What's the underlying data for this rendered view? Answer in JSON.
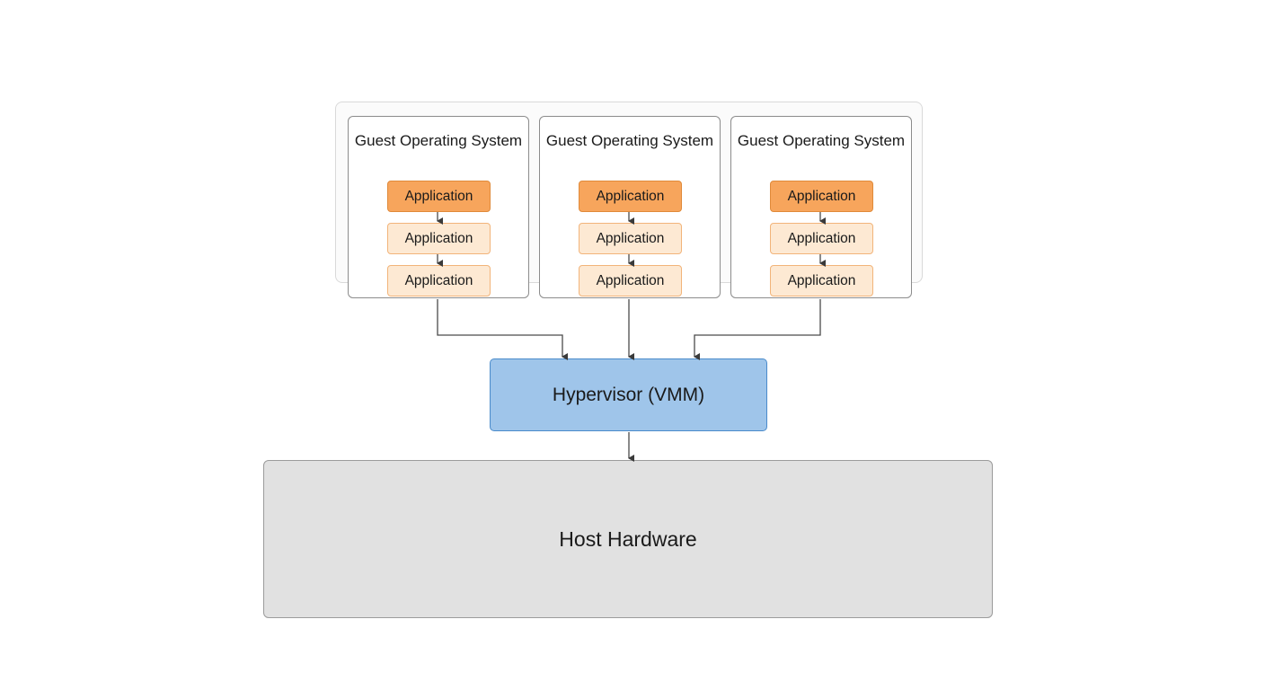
{
  "guest_systems": [
    {
      "title": "Guest Operating System",
      "applications": [
        "Application",
        "Application",
        "Application"
      ]
    },
    {
      "title": "Guest Operating System",
      "applications": [
        "Application",
        "Application",
        "Application"
      ]
    },
    {
      "title": "Guest Operating System",
      "applications": [
        "Application",
        "Application",
        "Application"
      ]
    }
  ],
  "hypervisor": {
    "label": "Hypervisor (VMM)"
  },
  "host_hardware": {
    "label": "Host Hardware"
  },
  "colors": {
    "application_primary": "#f7a55c",
    "application_secondary": "#fde9d3",
    "hypervisor": "#9fc5ea",
    "host_hardware": "#e1e1e1"
  }
}
